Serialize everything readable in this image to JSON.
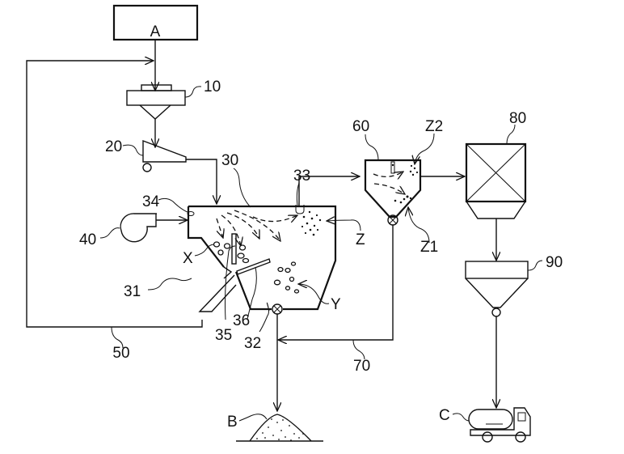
{
  "diagram": {
    "labels": {
      "A": "A",
      "B": "B",
      "C": "C",
      "X": "X",
      "Y": "Y",
      "Z": "Z",
      "Z1": "Z1",
      "Z2": "Z2",
      "n10": "10",
      "n20": "20",
      "n30": "30",
      "n31": "31",
      "n32": "32",
      "n33": "33",
      "n34": "34",
      "n35": "35",
      "n36": "36",
      "n40": "40",
      "n50": "50",
      "n60": "60",
      "n70": "70",
      "n80": "80",
      "n90": "90"
    },
    "components": [
      {
        "id": "A",
        "kind": "raw-material-source-box"
      },
      {
        "id": "10",
        "kind": "crusher"
      },
      {
        "id": "20",
        "kind": "vibrating-feeder"
      },
      {
        "id": "30",
        "kind": "air-classifier-chamber"
      },
      {
        "id": "31",
        "kind": "coarse-discharge-chute"
      },
      {
        "id": "32",
        "kind": "rotary-valve-outlet"
      },
      {
        "id": "33",
        "kind": "fine-outlet"
      },
      {
        "id": "34",
        "kind": "air-inlet"
      },
      {
        "id": "35",
        "kind": "baffle-plate"
      },
      {
        "id": "36",
        "kind": "inclined-plate"
      },
      {
        "id": "40",
        "kind": "blower"
      },
      {
        "id": "50",
        "kind": "recycle-line"
      },
      {
        "id": "60",
        "kind": "cyclone-separator"
      },
      {
        "id": "70",
        "kind": "return-line"
      },
      {
        "id": "80",
        "kind": "bag-filter"
      },
      {
        "id": "90",
        "kind": "storage-hopper"
      },
      {
        "id": "B",
        "kind": "product-pile"
      },
      {
        "id": "C",
        "kind": "tanker-truck"
      }
    ]
  }
}
